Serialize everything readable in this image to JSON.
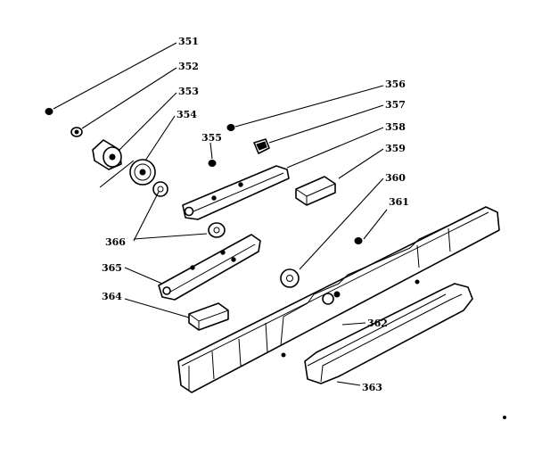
{
  "labels": {
    "p351": "351",
    "p352": "352",
    "p353": "353",
    "p354": "354",
    "p355": "355",
    "p356": "356",
    "p357": "357",
    "p358": "358",
    "p359": "359",
    "p360": "360",
    "p361": "361",
    "p362": "362",
    "p363": "363",
    "p364": "364",
    "p365": "365",
    "p366": "366"
  }
}
